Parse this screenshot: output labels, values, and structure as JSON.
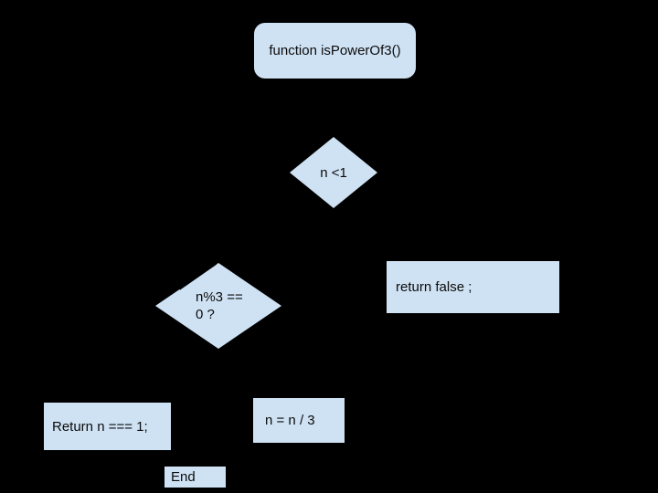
{
  "palette": {
    "canvas_bg": "#000000",
    "node_fill": "#cfe2f3",
    "node_text": "#0b0b0b"
  },
  "flowchart": {
    "description": "Flowchart of the isPowerOf3 algorithm on a black canvas",
    "nodes": [
      {
        "id": "start",
        "type": "rounded-rect",
        "label": "function isPowerOf3()"
      },
      {
        "id": "check-n-lt-1",
        "type": "diamond",
        "label": "n <1"
      },
      {
        "id": "return-false",
        "type": "rect",
        "label": "return false ;"
      },
      {
        "id": "check-n-mod-3",
        "type": "diamond",
        "label": "n%3 == 0 ?",
        "lines": [
          "n%3 ==",
          "0 ?"
        ]
      },
      {
        "id": "return-n",
        "type": "rect",
        "label": "Return n === 1;"
      },
      {
        "id": "n-div-3",
        "type": "rect",
        "label": "n = n / 3"
      },
      {
        "id": "end",
        "type": "rect",
        "label": "End"
      }
    ]
  }
}
